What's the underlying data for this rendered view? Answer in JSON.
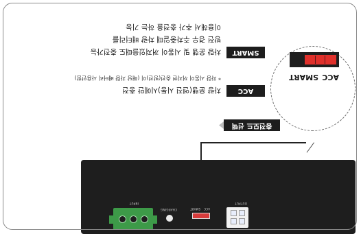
{
  "device": {
    "output_label": "OUTPUT",
    "acc_label": "ACC",
    "smart_label": "SMART",
    "charging_label": "CHARGING",
    "input_label": "INPUT"
  },
  "mode_button": "충전모드 선택",
  "callout": {
    "acc_label": "ACC",
    "smart_label": "SMART"
  },
  "acc_section": {
    "tag": "ACC",
    "line1": "차량 운행(엔진 시동)시에만 충전",
    "line2": "* 차량 시동이 꺼지면 충전(방전)이 (해당 차량 배터리 사용안함)"
  },
  "smart_section": {
    "tag": "SMART",
    "line1": "차량 운행 및 시동이 꺼져있을때도 충전가능",
    "line2": "방전 경우 주차중일때 차량 배터리를",
    "line3": "이용해서 추가 충전을 하는 기능"
  },
  "colors": {
    "device_body": "#1e1e1e",
    "switch_red": "#d63b3b",
    "terminal_green": "#3d9a48",
    "tag_bg": "#1d1d1d"
  }
}
